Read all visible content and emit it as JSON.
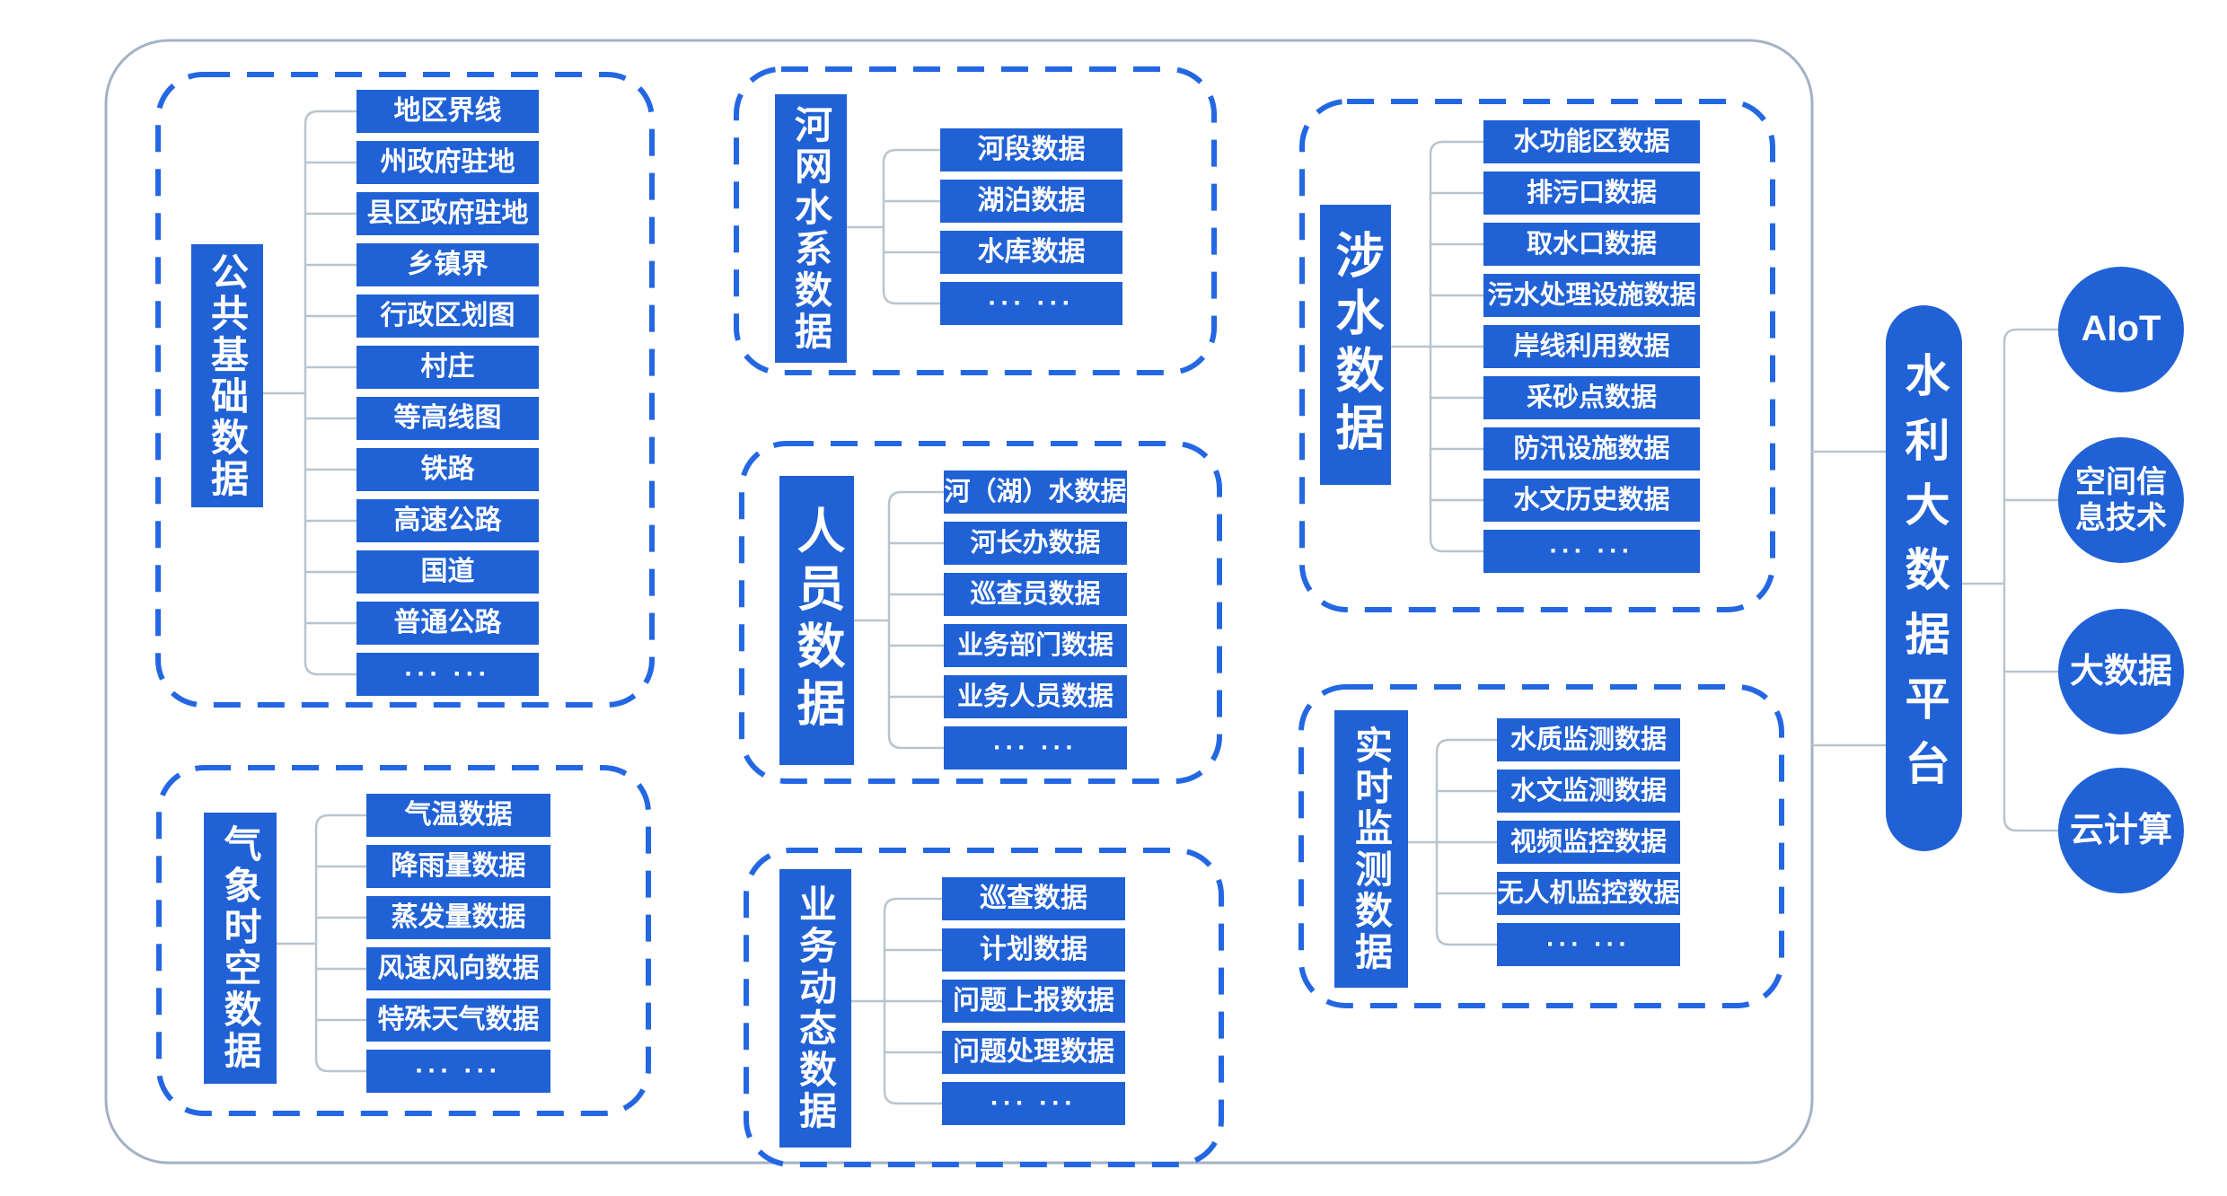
{
  "title": "水利大数据平台",
  "colors": {
    "primary_blue": "#2061d5",
    "dash_blue": "#2467e2",
    "connector_gray": "#b7c5d0",
    "outer_border": "#a4b2c4"
  },
  "groups": [
    {
      "label": "公共基础数据",
      "items": [
        "地区界线",
        "州政府驻地",
        "县区政府驻地",
        "乡镇界",
        "行政区划图",
        "村庄",
        "等高线图",
        "铁路",
        "高速公路",
        "国道",
        "普通公路",
        "··· ···"
      ]
    },
    {
      "label": "河网水系数据",
      "items": [
        "河段数据",
        "湖泊数据",
        "水库数据",
        "··· ···"
      ]
    },
    {
      "label": "涉水数据",
      "items": [
        "水功能区数据",
        "排污口数据",
        "取水口数据",
        "污水处理设施数据",
        "岸线利用数据",
        "采砂点数据",
        "防汛设施数据",
        "水文历史数据",
        "··· ···"
      ]
    },
    {
      "label": "人员数据",
      "items": [
        "河（湖）水数据",
        "河长办数据",
        "巡查员数据",
        "业务部门数据",
        "业务人员数据",
        "··· ···"
      ]
    },
    {
      "label": "气象时空数据",
      "items": [
        "气温数据",
        "降雨量数据",
        "蒸发量数据",
        "风速风向数据",
        "特殊天气数据",
        "··· ···"
      ]
    },
    {
      "label": "业务动态数据",
      "items": [
        "巡查数据",
        "计划数据",
        "问题上报数据",
        "问题处理数据",
        "··· ···"
      ]
    },
    {
      "label": "实时监测数据",
      "items": [
        "水质监测数据",
        "水文监测数据",
        "视频监控数据",
        "无人机监控数据",
        "··· ···"
      ]
    }
  ],
  "technologies": [
    {
      "label": "AIoT"
    },
    {
      "label": "空间信息技术"
    },
    {
      "label": "大数据"
    },
    {
      "label": "云计算"
    }
  ]
}
